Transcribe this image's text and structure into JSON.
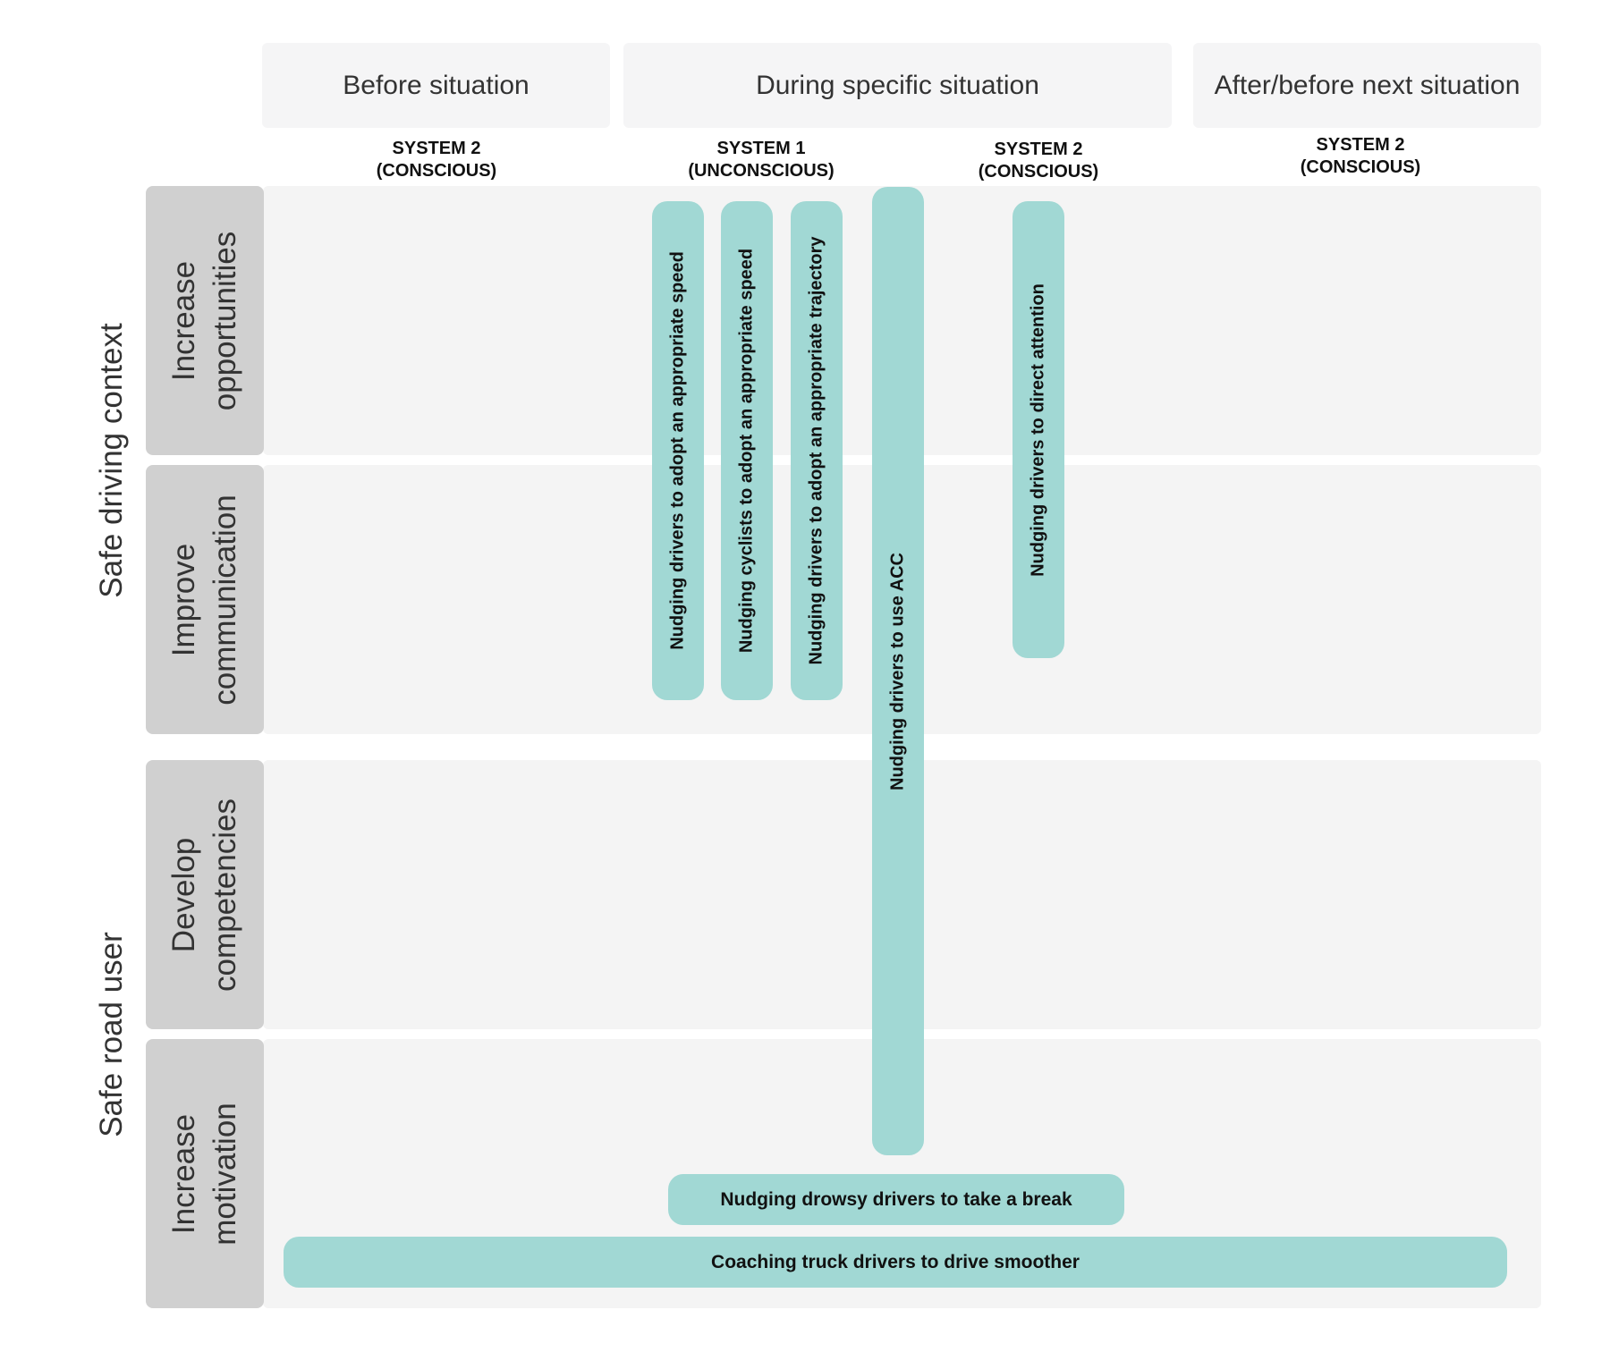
{
  "phases": {
    "before": "Before situation",
    "during": "During specific situation",
    "after": "After/before next situation"
  },
  "systems": {
    "before": {
      "title": "SYSTEM 2",
      "subtitle": "(CONSCIOUS)"
    },
    "during_1": {
      "title": "SYSTEM 1",
      "subtitle": "(UNCONSCIOUS)"
    },
    "during_2": {
      "title": "SYSTEM 2",
      "subtitle": "(CONSCIOUS)"
    },
    "after": {
      "title": "SYSTEM 2",
      "subtitle": "(CONSCIOUS)"
    }
  },
  "groups": {
    "context": "Safe driving context",
    "user": "Safe road user"
  },
  "rows": {
    "opportunities": [
      "Increase",
      "opportunities"
    ],
    "communication": [
      "Improve",
      "communication"
    ],
    "competencies": [
      "Develop",
      "competencies"
    ],
    "motivation": [
      "Increase",
      "motivation"
    ]
  },
  "interventions": {
    "drivers_speed": "Nudging drivers to adopt an appropriate speed",
    "cyclists_speed": "Nudging cyclists to adopt an appropriate speed",
    "drivers_trajectory": "Nudging drivers to adopt an appropriate trajectory",
    "drivers_acc": "Nudging drivers to use ACC",
    "drivers_attention": "Nudging drivers to direct attention",
    "drowsy_break": "Nudging drowsy drivers to take a break",
    "truck_coaching": "Coaching truck drivers to drive smoother"
  },
  "colors": {
    "intervention": "#a1d8d4",
    "row_label": "#d0d0d0",
    "band": "#f4f4f4",
    "phase_header": "#f5f5f6"
  }
}
